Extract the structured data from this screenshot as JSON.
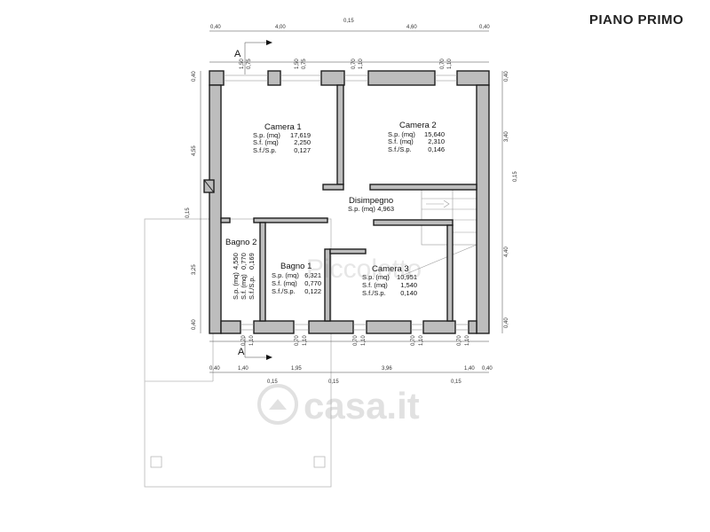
{
  "title": "PIANO PRIMO",
  "section_mark": "A",
  "rooms": {
    "camera1": {
      "name": "Camera 1",
      "labels": [
        "S.p. (mq)",
        "S.f. (mq)",
        "S.f./S.p."
      ],
      "values": [
        "17,619",
        "2,250",
        "0,127"
      ]
    },
    "camera2": {
      "name": "Camera 2",
      "labels": [
        "S.p. (mq)",
        "S.f. (mq)",
        "S.f./S.p."
      ],
      "values": [
        "15,640",
        "2,310",
        "0,146"
      ]
    },
    "disimpegno": {
      "name": "Disimpegno",
      "label": "S.p. (mq)",
      "value": "4,963"
    },
    "bagno2": {
      "name": "Bagno 2",
      "labels": [
        "S.p. (mq)",
        "S.f. (mq)",
        "S.f./S.p."
      ],
      "values": [
        "4,550",
        "0,770",
        "0,169"
      ]
    },
    "bagno1": {
      "name": "Bagno 1",
      "labels": [
        "S.p. (mq)",
        "S.f. (mq)",
        "S.f./S.p."
      ],
      "values": [
        "6,321",
        "0,770",
        "0,122"
      ]
    },
    "camera3": {
      "name": "Camera 3",
      "labels": [
        "S.p. (mq)",
        "S.f. (mq)",
        "S.f./S.p."
      ],
      "values": [
        "10,951",
        "1,540",
        "0,140"
      ]
    }
  },
  "dims": {
    "top": [
      "0,40",
      "4,00",
      "0,15",
      "4,60",
      "0,40"
    ],
    "top_openings": [
      "1,50",
      "0,75",
      "1,50",
      "0,75",
      "0,70",
      "1,10",
      "0,70",
      "1,10"
    ],
    "left": [
      "0,40",
      "4,55",
      "0,15",
      "3,25",
      "0,40"
    ],
    "right": [
      "0,40",
      "3,40",
      "0,15",
      "4,40",
      "0,40"
    ],
    "bottom": [
      "0,40",
      "1,40",
      "1,95",
      "3,96",
      "1,40",
      "0,40"
    ],
    "bottom_openings": [
      "0,70",
      "1,10",
      "0,70",
      "1,10",
      "0,70",
      "1,10",
      "0,70",
      "1,10",
      "0,70",
      "1,10"
    ],
    "bottom_extra": [
      "0,15",
      "0,15",
      "0,15"
    ]
  },
  "watermarks": [
    "Piccolotto",
    "casa.it"
  ]
}
